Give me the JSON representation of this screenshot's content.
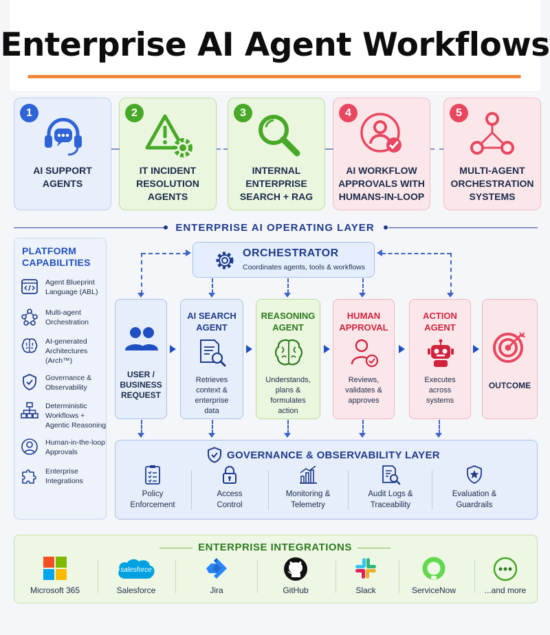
{
  "title": "Enterprise AI Agent Workflows",
  "use_cases": [
    {
      "num": "1",
      "label": "AI SUPPORT\nAGENTS",
      "icon": "headset-chat-icon"
    },
    {
      "num": "2",
      "label": "IT INCIDENT\nRESOLUTION\nAGENTS",
      "icon": "warning-gear-icon"
    },
    {
      "num": "3",
      "label": "INTERNAL\nENTERPRISE\nSEARCH + RAG",
      "icon": "magnifier-icon"
    },
    {
      "num": "4",
      "label": "AI WORKFLOW\nAPPROVALS WITH\nHUMANS-IN-LOOP",
      "icon": "user-check-icon"
    },
    {
      "num": "5",
      "label": "MULTI-AGENT\nORCHESTRATION\nSYSTEMS",
      "icon": "network-nodes-icon"
    }
  ],
  "operating_layer": {
    "label": "ENTERPRISE AI OPERATING LAYER"
  },
  "platform": {
    "title": "PLATFORM\nCAPABILITIES",
    "items": [
      {
        "label": "Agent Blueprint\nLanguage (ABL)",
        "icon": "code-window-icon"
      },
      {
        "label": "Multi-agent\nOrchestration",
        "icon": "agent-network-icon"
      },
      {
        "label": "AI-generated\nArchitectures\n(Arch™)",
        "icon": "brain-icon"
      },
      {
        "label": "Governance &\nObservability",
        "icon": "shield-check-icon"
      },
      {
        "label": "Deterministic\nWorkflows +\nAgentic Reasoning",
        "icon": "hierarchy-icon"
      },
      {
        "label": "Human-in-the-loop\nApprovals",
        "icon": "user-circle-icon"
      },
      {
        "label": "Enterprise\nIntegrations",
        "icon": "puzzle-icon"
      }
    ]
  },
  "orchestrator": {
    "title": "ORCHESTRATOR",
    "subtitle": "Coordinates agents, tools & workflows"
  },
  "flow": [
    {
      "title": "",
      "desc": "USER /\nBUSINESS\nREQUEST",
      "icon": "users-icon"
    },
    {
      "title": "AI SEARCH\nAGENT",
      "desc": "Retrieves\ncontext &\nenterprise\ndata",
      "icon": "document-search-icon"
    },
    {
      "title": "REASONING\nAGENT",
      "desc": "Understands,\nplans &\nformulates\naction",
      "icon": "brain-icon"
    },
    {
      "title": "HUMAN\nAPPROVAL",
      "desc": "Reviews,\nvalidates &\napproves",
      "icon": "user-check-icon"
    },
    {
      "title": "ACTION\nAGENT",
      "desc": "Executes\nacross\nsystems",
      "icon": "robot-icon"
    },
    {
      "title": "",
      "desc": "OUTCOME",
      "icon": "target-icon"
    }
  ],
  "governance": {
    "title": "GOVERNANCE & OBSERVABILITY LAYER",
    "items": [
      {
        "label": "Policy\nEnforcement",
        "icon": "checklist-icon"
      },
      {
        "label": "Access\nControl",
        "icon": "lock-icon"
      },
      {
        "label": "Monitoring &\nTelemetry",
        "icon": "bar-chart-icon"
      },
      {
        "label": "Audit Logs &\nTraceability",
        "icon": "log-search-icon"
      },
      {
        "label": "Evaluation &\nGuardrails",
        "icon": "shield-star-icon"
      }
    ]
  },
  "integrations": {
    "title": "ENTERPRISE INTEGRATIONS",
    "items": [
      {
        "label": "Microsoft 365",
        "icon": "microsoft-logo-icon"
      },
      {
        "label": "Salesforce",
        "icon": "salesforce-cloud-icon",
        "logo_text": "salesforce"
      },
      {
        "label": "Jira",
        "icon": "jira-logo-icon"
      },
      {
        "label": "GitHub",
        "icon": "github-logo-icon"
      },
      {
        "label": "Slack",
        "icon": "slack-logo-icon"
      },
      {
        "label": "ServiceNow",
        "icon": "servicenow-logo-icon"
      },
      {
        "label": "...and more",
        "icon": "more-dots-icon"
      }
    ]
  },
  "colors": {
    "navy": "#1e3a8a",
    "blue": "#2f64d6",
    "green": "#48a828",
    "red": "#e8485f",
    "orange": "#f08a3a"
  }
}
